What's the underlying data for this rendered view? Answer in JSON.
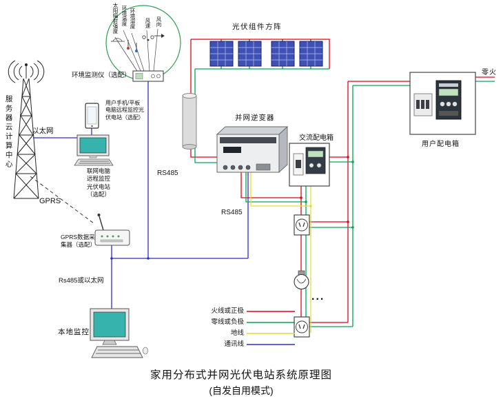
{
  "title": {
    "main": "家用分布式并网光伏电站系统原理图",
    "sub": "(自发自用模式)"
  },
  "labels": {
    "server_center": "服务器云计算中心",
    "ethernet": "以太网",
    "phone_note": "用户手机/平板电脑远程监控光伏电站（选配）",
    "pc_note": "联网电脑远程监控光伏电站（选配）",
    "gprs": "GPRS",
    "gprs_collector": "GPRS数据采集器（选配）",
    "rs485_or_ethernet": "Rs485或以太网",
    "local_monitor": "本地监控",
    "env_monitor": "环境监测仪（选配）",
    "pv_array": "光伏组件方阵",
    "inverter": "并网逆变器",
    "rs485_a": "RS485",
    "rs485_b": "RS485",
    "ac_box": "交流配电箱",
    "user_box": "用户配电箱",
    "neutral_live": "零火",
    "more_loads_dots": "..."
  },
  "sensors": [
    "太阳辐射强度",
    "环境温度",
    "环境湿度",
    "风速",
    "风向"
  ],
  "legend": [
    {
      "label": "火线或正极",
      "color": "#e60012"
    },
    {
      "label": "零线或负极",
      "color": "#00a651"
    },
    {
      "label": "地线",
      "color": "#e7dc32"
    },
    {
      "label": "通讯线",
      "color": "#2b2bd5"
    }
  ],
  "colors": {
    "live_wire": "#e60012",
    "neutral_wire": "#00a651",
    "ground_wire": "#e7dc32",
    "comm_wire": "#2b2bd5",
    "monitor_circle": "#2f9e52",
    "pv_panel": "#3f51b5",
    "screen_teal": "#37b3ad"
  }
}
